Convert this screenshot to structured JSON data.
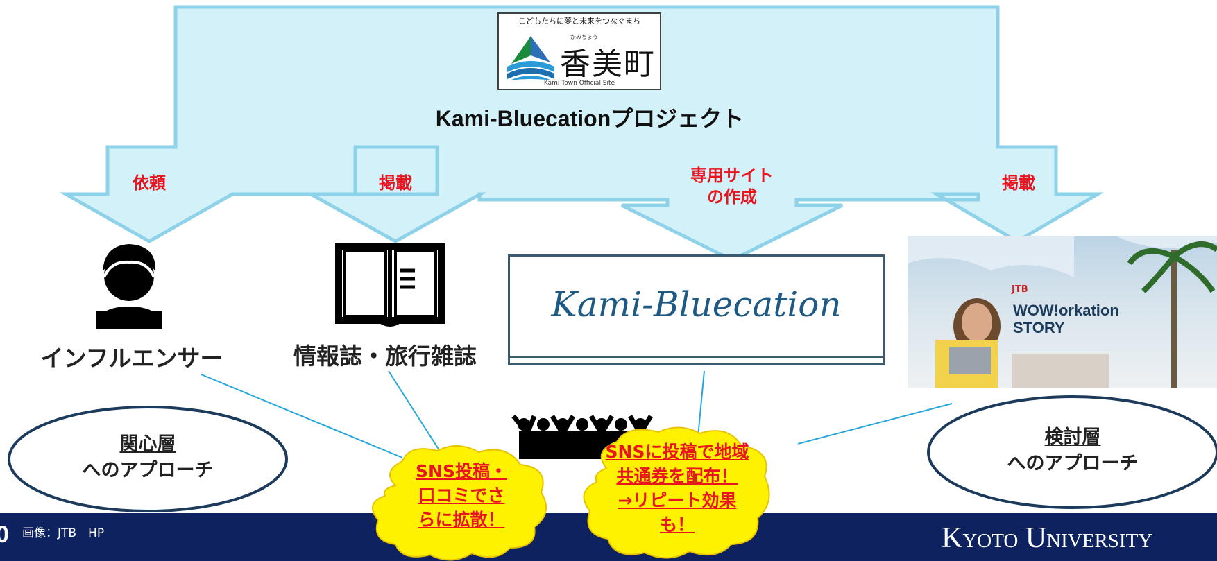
{
  "logo": {
    "tagline": "こどもたちに夢と未来をつなぐまち",
    "furigana": "かみちょう",
    "name": "香美町",
    "subtitle": "Kami Town Official Site"
  },
  "project_title": "Kami-Bluecationプロジェクト",
  "arrows": [
    {
      "label": "依頼"
    },
    {
      "label": "掲載"
    },
    {
      "label": "専用サイト\nの作成"
    },
    {
      "label": "掲載"
    }
  ],
  "nodes": {
    "influencer": "インフルエンサー",
    "magazine": "情報誌・旅行雑誌",
    "site_logo_text": "Kami-Bluecation",
    "wow_brand": "JTB",
    "wow_title_1": "WOW!orkation",
    "wow_title_2": "STORY"
  },
  "ellipses": {
    "left": {
      "line1": "関心層",
      "line2": "へのアプローチ"
    },
    "right": {
      "line1": "検討層",
      "line2": "へのアプローチ"
    }
  },
  "clouds": {
    "left": "SNS投稿・\n口コミでさ\nらに拡散！",
    "right": "SNSに投稿で地域\n共通券を配布！\n→リピート効果\nも！"
  },
  "footer": {
    "page_number": "0",
    "credit": "画像：JTB　HP",
    "university": "Kyoto University"
  },
  "colors": {
    "banner_fill": "#d3f1f8",
    "banner_stroke": "#8ed2ea",
    "label_red": "#e8141e",
    "cloud_fill": "#fff200",
    "footer_bg": "#0e2260",
    "ellipse_stroke": "#1b3a5c",
    "connector": "#27a6dc"
  }
}
